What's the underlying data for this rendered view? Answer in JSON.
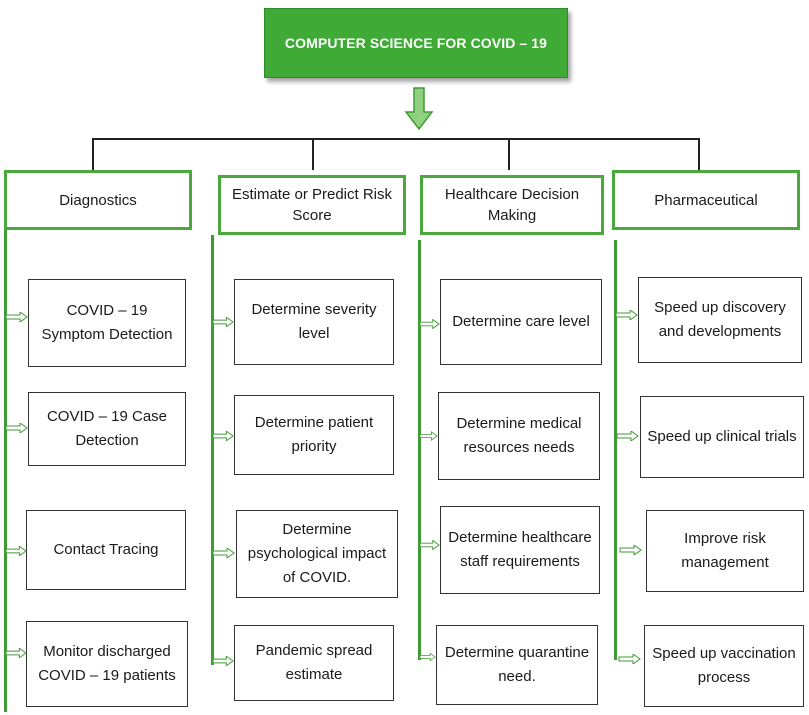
{
  "title": "COMPUTER SCIENCE FOR COVID – 19",
  "colors": {
    "accent": "#3faa35",
    "border": "#4aa83c",
    "connector": "#3f9b33"
  },
  "categories": [
    {
      "label": "Diagnostics",
      "items": [
        "COVID – 19 Symptom Detection",
        "COVID – 19 Case Detection",
        "Contact Tracing",
        "Monitor discharged COVID – 19 patients"
      ]
    },
    {
      "label": "Estimate or Predict Risk Score",
      "items": [
        "Determine severity level",
        "Determine patient priority",
        "Determine psychological impact of COVID.",
        "Pandemic spread estimate"
      ]
    },
    {
      "label": "Healthcare Decision Making",
      "items": [
        "Determine care level",
        "Determine medical resources needs",
        "Determine healthcare staff requirements",
        "Determine quarantine need."
      ]
    },
    {
      "label": "Pharmaceutical",
      "items": [
        "Speed up discovery and developments",
        "Speed up clinical trials",
        "Improve risk management",
        "Speed up vaccination process"
      ]
    }
  ]
}
